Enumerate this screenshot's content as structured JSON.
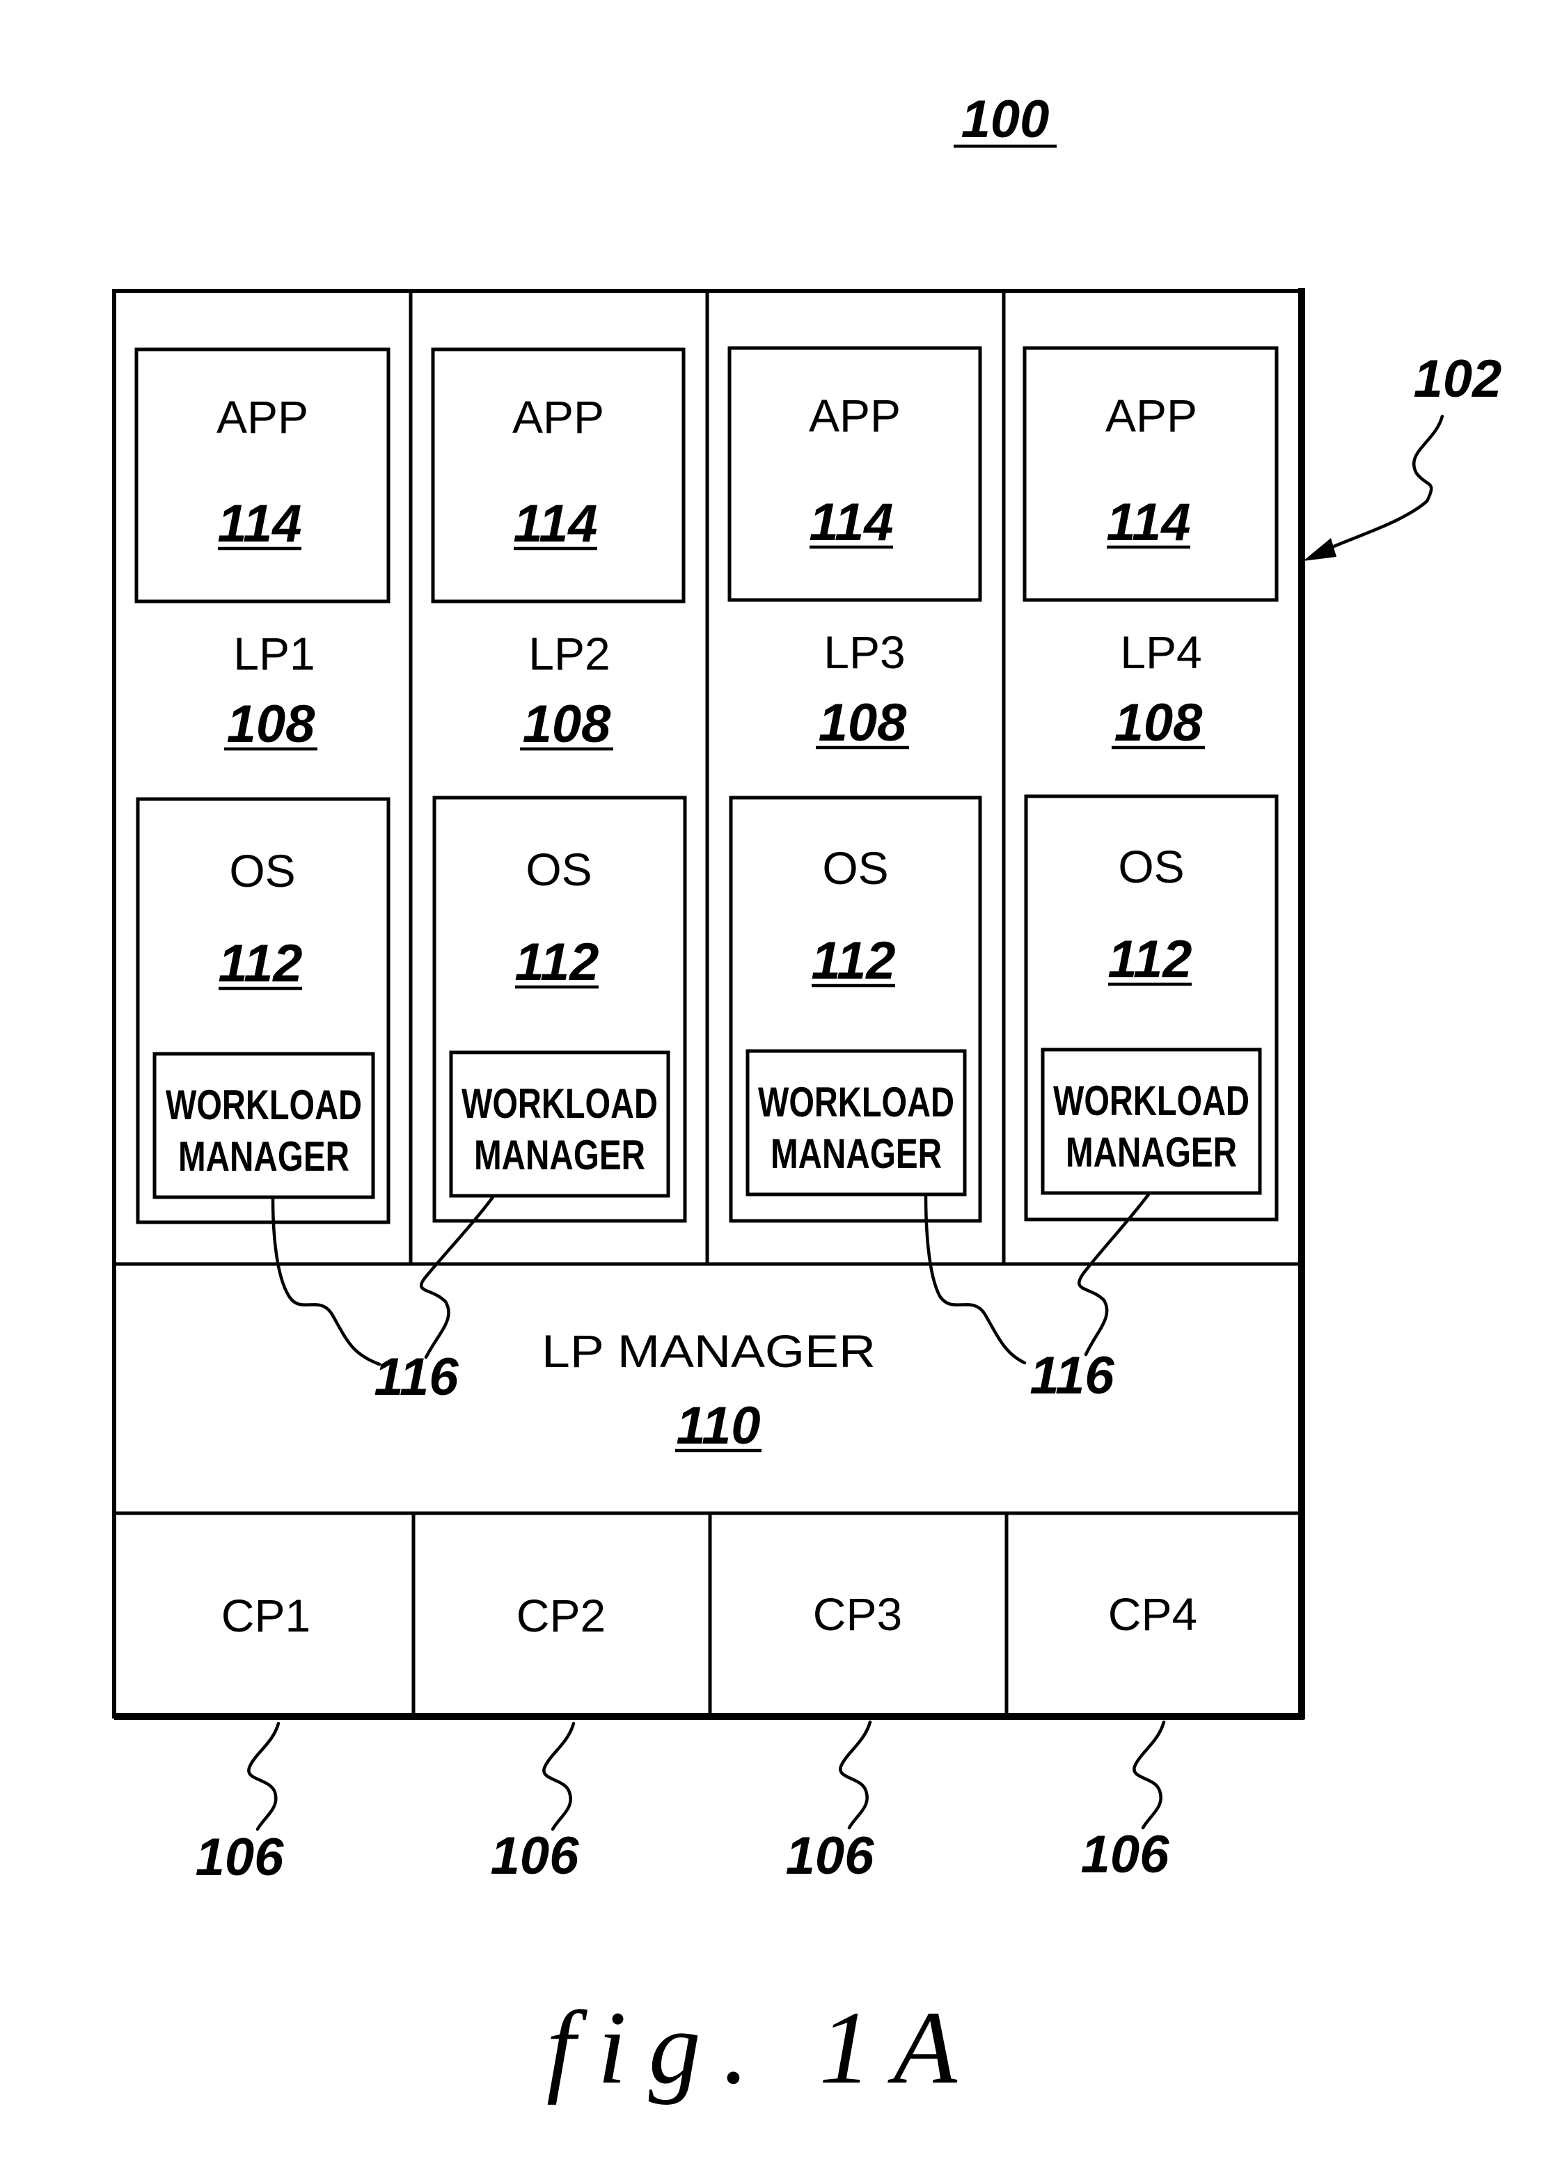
{
  "figure": {
    "system_ref": "100",
    "frame_ref": "102",
    "caption": "fig. 1A"
  },
  "partitions": [
    {
      "app_label": "APP",
      "app_ref": "114",
      "lp_label": "LP1",
      "lp_ref": "108",
      "os_label": "OS",
      "os_ref": "112",
      "wm_line1": "WORKLOAD",
      "wm_line2": "MANAGER"
    },
    {
      "app_label": "APP",
      "app_ref": "114",
      "lp_label": "LP2",
      "lp_ref": "108",
      "os_label": "OS",
      "os_ref": "112",
      "wm_line1": "WORKLOAD",
      "wm_line2": "MANAGER"
    },
    {
      "app_label": "APP",
      "app_ref": "114",
      "lp_label": "LP3",
      "lp_ref": "108",
      "os_label": "OS",
      "os_ref": "112",
      "wm_line1": "WORKLOAD",
      "wm_line2": "MANAGER"
    },
    {
      "app_label": "APP",
      "app_ref": "114",
      "lp_label": "LP4",
      "lp_ref": "108",
      "os_label": "OS",
      "os_ref": "112",
      "wm_line1": "WORKLOAD",
      "wm_line2": "MANAGER"
    }
  ],
  "lp_manager": {
    "label": "LP MANAGER",
    "ref": "110"
  },
  "workload_manager_refs": [
    "116",
    "116"
  ],
  "processors": [
    {
      "label": "CP1",
      "ref": "106"
    },
    {
      "label": "CP2",
      "ref": "106"
    },
    {
      "label": "CP3",
      "ref": "106"
    },
    {
      "label": "CP4",
      "ref": "106"
    }
  ]
}
